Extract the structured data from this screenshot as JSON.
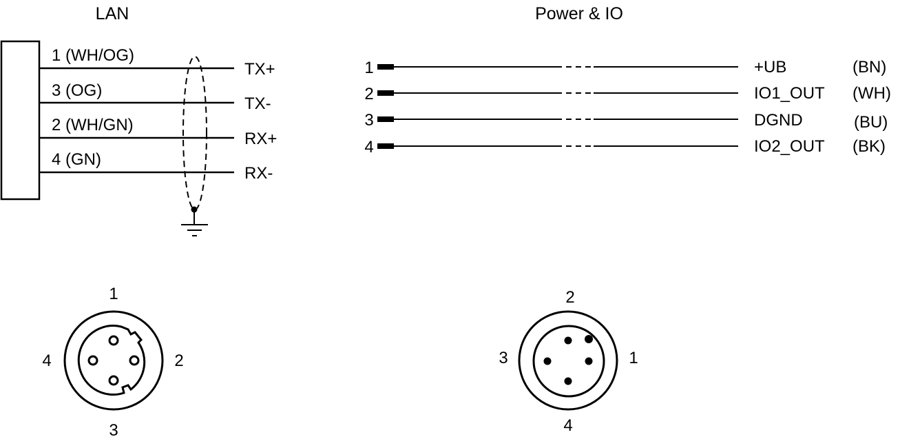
{
  "lan": {
    "title": "LAN",
    "wires": [
      {
        "label": "1 (WH/OG)",
        "signal": "TX+"
      },
      {
        "label": "3 (OG)",
        "signal": "TX-"
      },
      {
        "label": "2 (WH/GN)",
        "signal": "RX+"
      },
      {
        "label": "4 (GN)",
        "signal": "RX-"
      }
    ],
    "connector_pins": {
      "top": "1",
      "right": "2",
      "bottom": "3",
      "left": "4"
    }
  },
  "power": {
    "title": "Power & IO",
    "wires": [
      {
        "pin": "1",
        "signal": "+UB",
        "color": "(BN)"
      },
      {
        "pin": "2",
        "signal": "IO1_OUT",
        "color": "(WH)"
      },
      {
        "pin": "3",
        "signal": "DGND",
        "color": "(BU)"
      },
      {
        "pin": "4",
        "signal": "IO2_OUT",
        "color": "(BK)"
      }
    ],
    "connector_pins": {
      "top": "2",
      "right": "1",
      "bottom": "4",
      "left": "3"
    }
  }
}
